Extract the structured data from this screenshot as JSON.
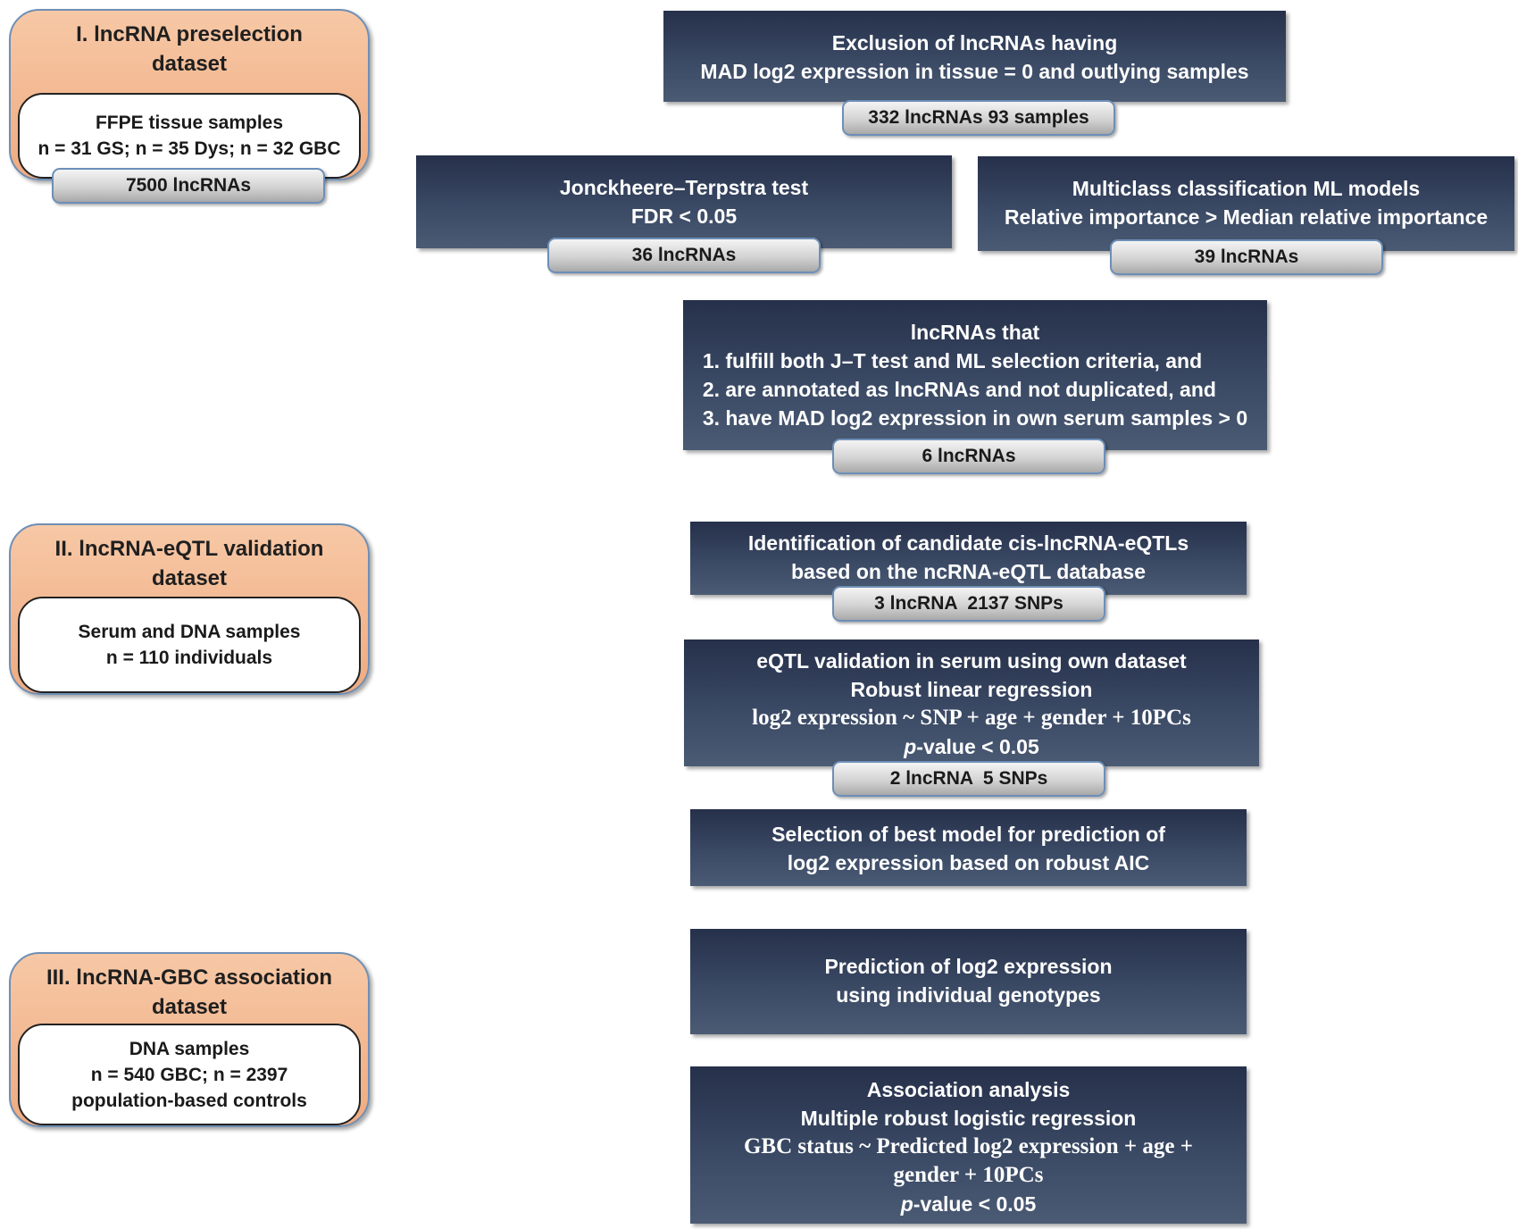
{
  "datasets": [
    {
      "title": "I. lncRNA preselection\ndataset",
      "lines": [
        "FFPE tissue samples",
        "n = 31 GS; n = 35 Dys; n = 32 GBC"
      ],
      "result": "7500 lncRNAs"
    },
    {
      "title": "II. lncRNA-eQTL validation\ndataset",
      "lines": [
        "Serum and DNA samples",
        "n = 110 individuals"
      ]
    },
    {
      "title": "III. lncRNA-GBC association\ndataset",
      "lines": [
        "DNA samples",
        "n = 540 GBC; n = 2397",
        "population-based controls"
      ]
    }
  ],
  "steps": {
    "exclusion": {
      "lines": [
        "Exclusion of lncRNAs having",
        "MAD log2 expression in tissue = 0 and outlying samples"
      ],
      "result": "332 lncRNAs 93 samples"
    },
    "jt_test": {
      "lines": [
        "Jonckheere–Terpstra test",
        "FDR < 0.05"
      ],
      "result": "36 lncRNAs"
    },
    "ml_models": {
      "lines": [
        "Multiclass classification ML models",
        "Relative importance > Median relative importance"
      ],
      "result": "39 lncRNAs"
    },
    "filter": {
      "lines": [
        "lncRNAs that",
        "1. fulfill both J–T test and ML selection criteria, and",
        "2. are annotated as lncRNAs and not duplicated, and",
        "3. have MAD log2 expression in own serum samples > 0"
      ],
      "result": "6 lncRNAs"
    },
    "cis_eqtl": {
      "lines": [
        "Identification of candidate cis-lncRNA-eQTLs",
        "based on the ncRNA-eQTL database"
      ],
      "result": "3 lncRNA  2137 SNPs"
    },
    "validation": {
      "lines": [
        "eQTL validation in serum using own dataset",
        "Robust linear regression"
      ],
      "formula": "log2 expression ~ SNP + age + gender + 10PCs",
      "pvalue_prefix": "p",
      "pvalue_suffix": "-value < 0.05",
      "result": "2 lncRNA  5 SNPs"
    },
    "best_model": {
      "lines": [
        "Selection of best model for prediction of",
        "log2 expression based on robust AIC"
      ]
    },
    "prediction": {
      "lines": [
        "Prediction of log2 expression",
        "using individual genotypes"
      ]
    },
    "association": {
      "lines": [
        "Association analysis",
        "Multiple robust logistic regression"
      ],
      "formula_lines": [
        "GBC status ~ Predicted log2 expression + age +",
        "gender + 10PCs"
      ],
      "pvalue_prefix": "p",
      "pvalue_suffix": "-value < 0.05"
    }
  },
  "colors": {
    "dataset_fill": "#efab80",
    "step_fill": "#3a4964",
    "pill_fill": "#d3d3d3",
    "border_blue": "#6d8fb8"
  }
}
